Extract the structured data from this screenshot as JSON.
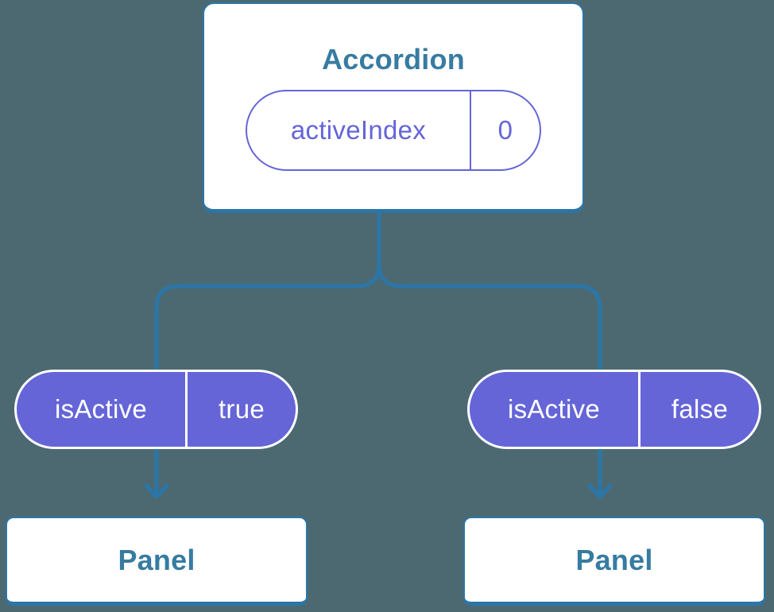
{
  "colors": {
    "background": "#4c6972",
    "line": "#2b76a8",
    "purple": "#6565d8",
    "heading": "#377ba1",
    "card_bg": "#ffffff",
    "pill_text_light": "#ffffff"
  },
  "tree": {
    "root": {
      "title": "Accordion",
      "state": {
        "name": "activeIndex",
        "value": "0"
      }
    },
    "children": [
      {
        "prop": {
          "name": "isActive",
          "value": "true"
        },
        "label": "Panel"
      },
      {
        "prop": {
          "name": "isActive",
          "value": "false"
        },
        "label": "Panel"
      }
    ]
  }
}
